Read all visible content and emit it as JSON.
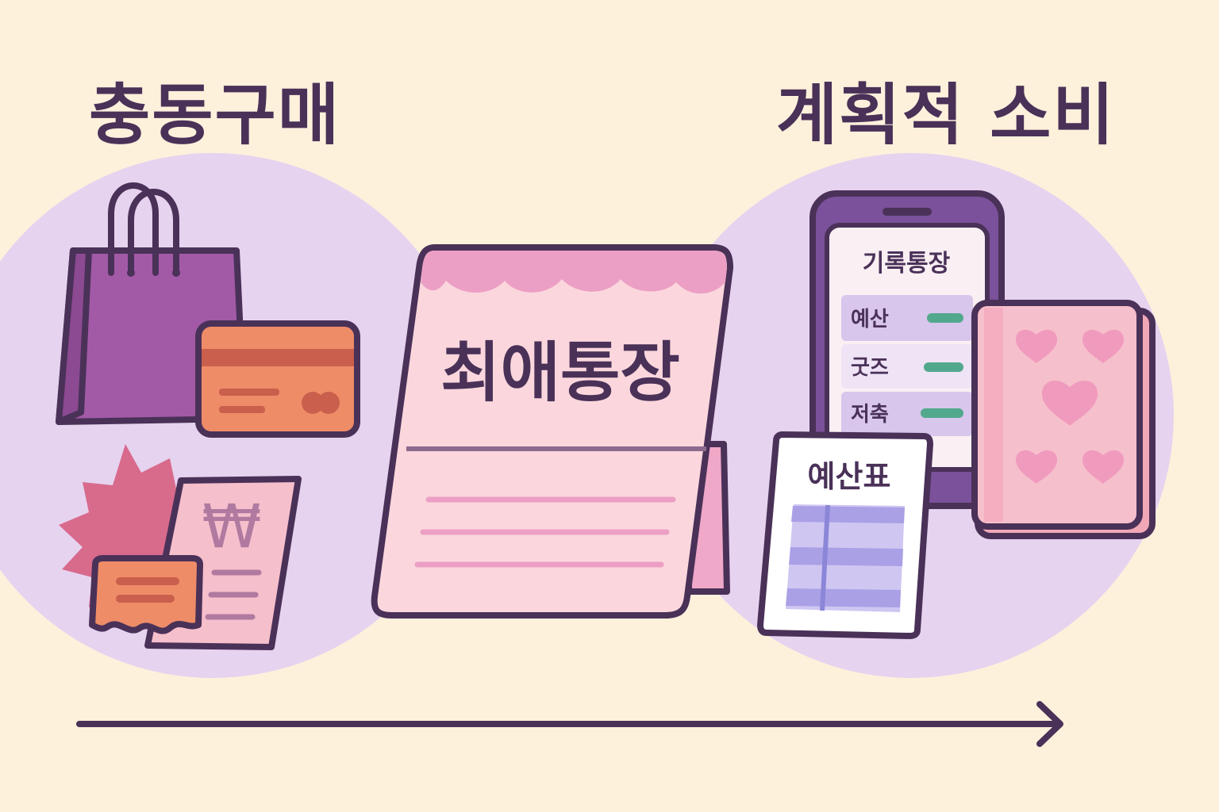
{
  "left_section": {
    "title": "충동구매"
  },
  "right_section": {
    "title": "계획적 소비"
  },
  "center_board": {
    "title": "최애통장"
  },
  "phone": {
    "title": "기록통장",
    "rows": [
      {
        "label": "예산"
      },
      {
        "label": "굿즈"
      },
      {
        "label": "저축"
      }
    ]
  },
  "budget_sheet": {
    "title": "예산표"
  },
  "receipt": {
    "currency_symbol": "₩"
  },
  "colors": {
    "background": "#fdf1dc",
    "circle": "#e6d3ef",
    "outline": "#4a3158",
    "bag": "#a25aa6",
    "card": "#ef8c68",
    "board": "#fbd7dd",
    "board_top": "#ec9fc4",
    "phone_body": "#7a519a",
    "row_highlight": "#d8c6ec",
    "row_indicator": "#52a88c",
    "table_stripe": "#aaa0e6",
    "notebook": "#f6bfcc",
    "heart": "#f09bbd"
  }
}
